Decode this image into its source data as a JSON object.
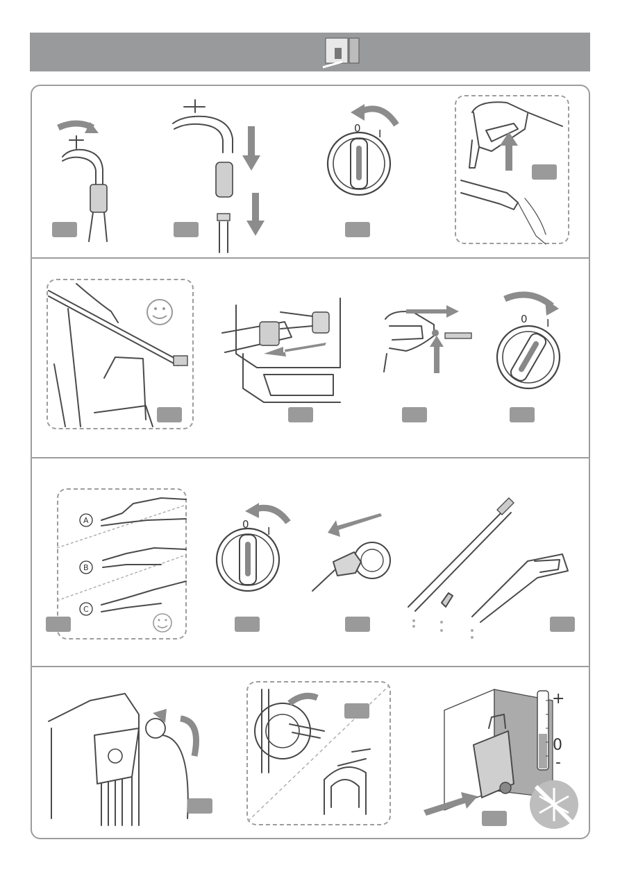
{
  "dial": {
    "off_label": "0",
    "on_label": "I"
  },
  "nozzle_modes": {
    "a": "A",
    "b": "B",
    "c": "C"
  },
  "temperature_scale": {
    "plus": "+",
    "zero": "0",
    "minus": "-"
  },
  "colors": {
    "header": "#999a9c",
    "frame": "#9c9c9c",
    "arrow": "#8c8c8c",
    "badge": "#9a9a9a"
  },
  "icons": [
    "door-storage-icon",
    "smiley-icon",
    "no-frost-icon",
    "thermometer-icon",
    "rotate-arrow-icon",
    "straight-arrow-icon"
  ]
}
